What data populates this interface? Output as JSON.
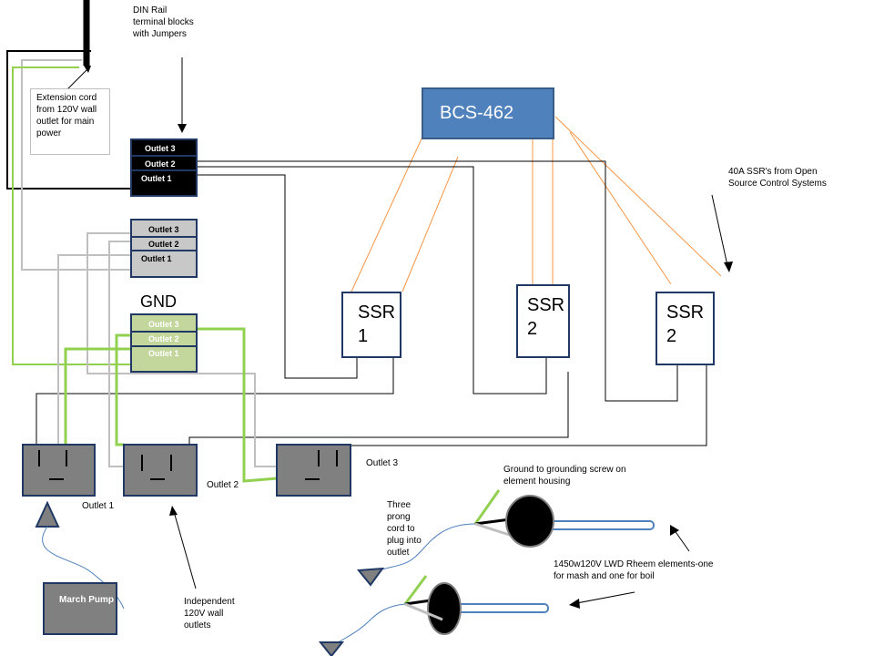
{
  "labels": {
    "din_rail": "DIN Rail terminal blocks with Jumpers",
    "extension_cord": "Extension cord from 120V wall outlet for main power",
    "controller": "BCS-462",
    "ssr_note": "40A SSR's from Open Source Control Systems",
    "gnd": "GND",
    "ground_note": "Ground to grounding screw on element housing",
    "cord_note": "Three prong cord to plug into outlet",
    "elements_note": "1450w120V LWD Rheem elements-one for mash and one for boil",
    "independent_note": "Independent 120V wall outlets",
    "pump": "March Pump"
  },
  "ssrs": [
    {
      "num": "SSR",
      "sub": "1"
    },
    {
      "num": "SSR",
      "sub": "2"
    },
    {
      "num": "SSR",
      "sub": "2"
    }
  ],
  "terminal_blocks": {
    "black": [
      "Outlet 3",
      "Outlet 2",
      "Outlet 1"
    ],
    "gray": [
      "Outlet 3",
      "Outlet 2",
      "Outlet 1"
    ],
    "green": [
      "Outlet 3",
      "Outlet 2",
      "Outlet 1"
    ]
  },
  "outlets": [
    "Outlet 1",
    "Outlet 2",
    "Outlet 3"
  ],
  "colors": {
    "controller": "#4f81bd",
    "signal_wire": "#f79646",
    "hot_wire": "#000000",
    "neutral_wire": "#bfbfbf",
    "ground_wire": "#92d050",
    "terminal_green": "#c3d69b",
    "outlet_gray": "#808080"
  }
}
